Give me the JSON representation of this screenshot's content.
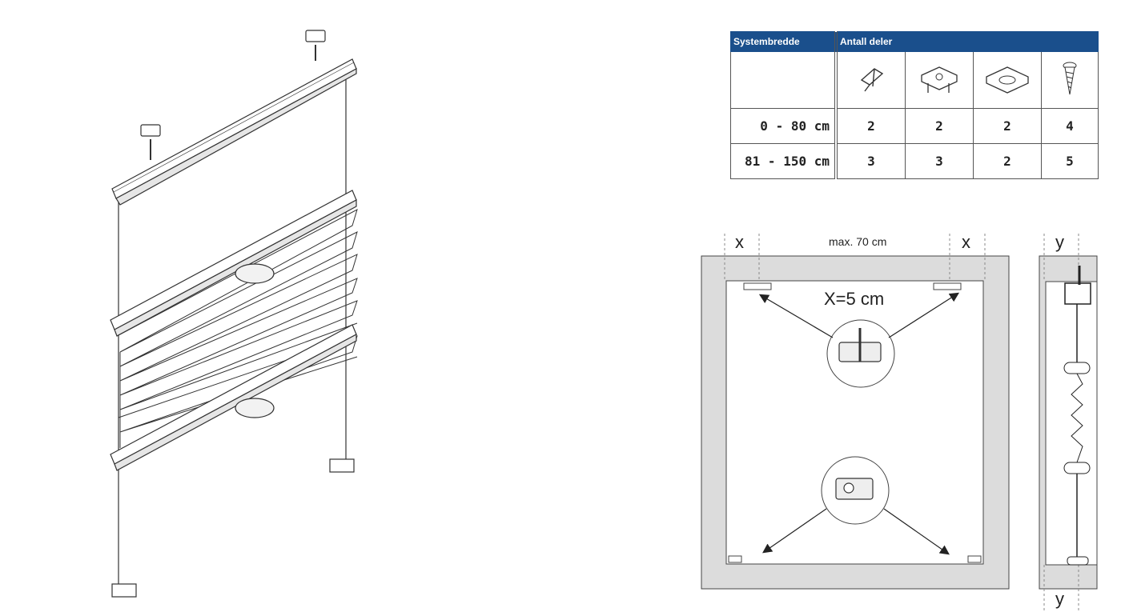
{
  "table": {
    "header_left": "Systembredde",
    "header_right": "Antall deler",
    "part_icons": [
      "angle-bracket-icon",
      "clip-bracket-icon",
      "corner-bracket-icon",
      "screw-icon"
    ],
    "rows": [
      {
        "label": "0 - 80 cm",
        "values": [
          "2",
          "2",
          "2",
          "4"
        ]
      },
      {
        "label": "81 - 150 cm",
        "values": [
          "3",
          "3",
          "2",
          "5"
        ]
      }
    ]
  },
  "mounting": {
    "x_left": "x",
    "x_right": "x",
    "max_label": "max. 70 cm",
    "distance_label": "X=5 cm",
    "y_top": "y",
    "y_bottom": "y"
  },
  "colors": {
    "header_blue": "#1a4f8c",
    "frame_grey": "#dcdcdc"
  }
}
